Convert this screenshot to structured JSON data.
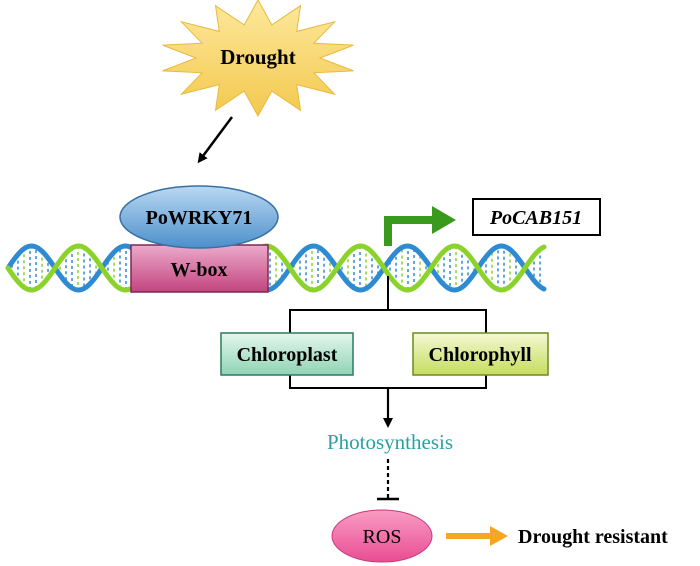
{
  "diagram": {
    "stress_label": "Drought",
    "transcription_factor": "PoWRKY71",
    "binding_element": "W-box",
    "target_gene": "PoCAB151",
    "component_left": "Chloroplast",
    "component_right": "Chlorophyll",
    "process": "Photosynthesis",
    "molecule": "ROS",
    "outcome": "Drought resistant"
  },
  "colors": {
    "starburst": "#f9d768",
    "wrky_ellipse": "#6fa8d8",
    "wbox": "#cf5f97",
    "promoter_arrow": "#3a9a1e",
    "chloroplast_box": "#a7dfc6",
    "chlorophyll_box": "#d9e88a",
    "photosynthesis_text": "#2aa0a4",
    "ros_ellipse": "#f26aa6",
    "outcome_arrow": "#f5a623",
    "dna_blue": "#2f8bd1",
    "dna_green": "#8bd32a"
  }
}
